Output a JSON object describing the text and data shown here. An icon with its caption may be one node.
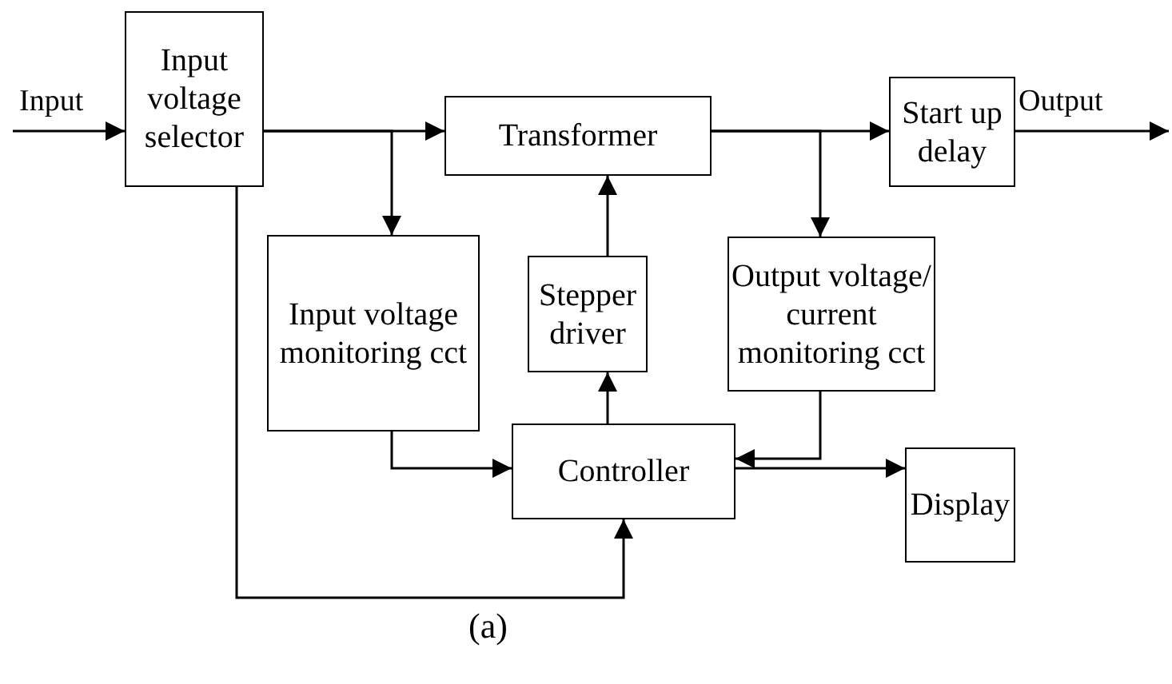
{
  "diagram": {
    "caption": "(a)",
    "nodes": [
      {
        "text": [
          "Input voltage selector"
        ]
      },
      {
        "text": [
          "Transformer"
        ]
      },
      {
        "text": [
          "Start up delay"
        ]
      },
      {
        "text": [
          "Input voltage monitoring cct"
        ]
      },
      {
        "text": [
          "Stepper driver"
        ]
      },
      {
        "text": [
          "Output voltage/ current monitoring cct"
        ]
      },
      {
        "text": [
          "Controller"
        ]
      },
      {
        "text": [
          "Display"
        ]
      }
    ],
    "edges": [
      {
        "from": null,
        "to": 0,
        "arrow": "to",
        "label": "Input"
      },
      {
        "from": 0,
        "to": 1,
        "arrow": "to"
      },
      {
        "from": 0,
        "to": 3,
        "arrow": "to"
      },
      {
        "from": 1,
        "to": 2,
        "arrow": "to"
      },
      {
        "from": 1,
        "to": 5,
        "arrow": "to"
      },
      {
        "from": 2,
        "to": null,
        "arrow": "to",
        "label": "Output"
      },
      {
        "from": 4,
        "to": 1,
        "arrow": "to"
      },
      {
        "from": 6,
        "to": 4,
        "arrow": "to"
      },
      {
        "from": 3,
        "to": 6,
        "arrow": "to"
      },
      {
        "from": 5,
        "to": 6,
        "arrow": "to"
      },
      {
        "from": 6,
        "to": 7,
        "arrow": "to"
      },
      {
        "from": 0,
        "to": 6,
        "arrow": "to"
      }
    ]
  }
}
